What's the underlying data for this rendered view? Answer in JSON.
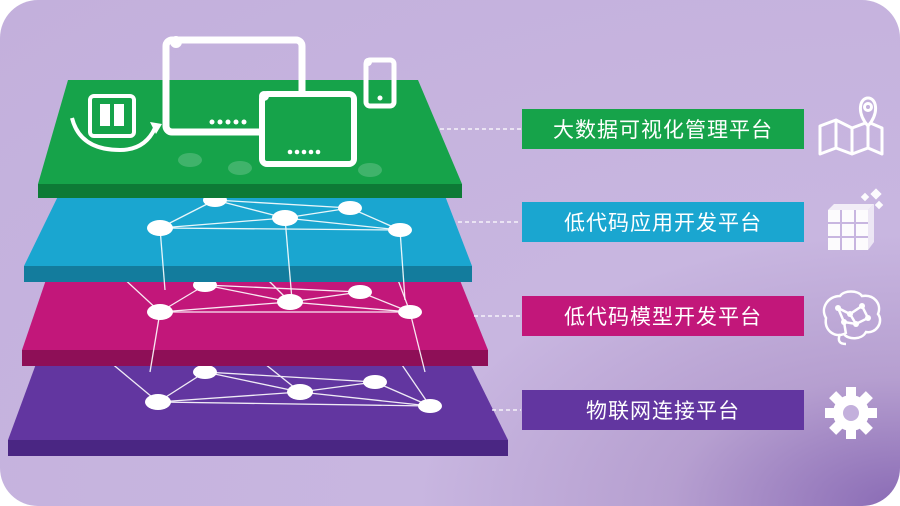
{
  "layers": [
    {
      "label": "大数据可视化管理平台",
      "color": "#16a34a",
      "icon": "map-pin-icon"
    },
    {
      "label": "低代码应用开发平台",
      "color": "#1aa6d0",
      "icon": "cubes-icon"
    },
    {
      "label": "低代码模型开发平台",
      "color": "#c2177a",
      "icon": "brain-icon"
    },
    {
      "label": "物联网连接平台",
      "color": "#6236a0",
      "icon": "gear-icon"
    }
  ]
}
